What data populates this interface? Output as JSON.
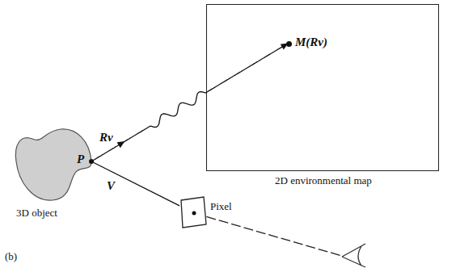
{
  "diagram": {
    "nodes": [
      {
        "text": [
          "P",
          "3D object"
        ]
      },
      {
        "text": [
          "M(Rv)",
          "2D environmental map"
        ]
      },
      {
        "text": [
          "Pixel"
        ]
      }
    ],
    "edges": [
      {
        "from": 0,
        "to": 1,
        "arrow": "to",
        "label": "Rv"
      },
      {
        "from": 0,
        "to": 2,
        "arrow": "none",
        "label": "V"
      }
    ],
    "labels": [
      "(b)"
    ]
  }
}
